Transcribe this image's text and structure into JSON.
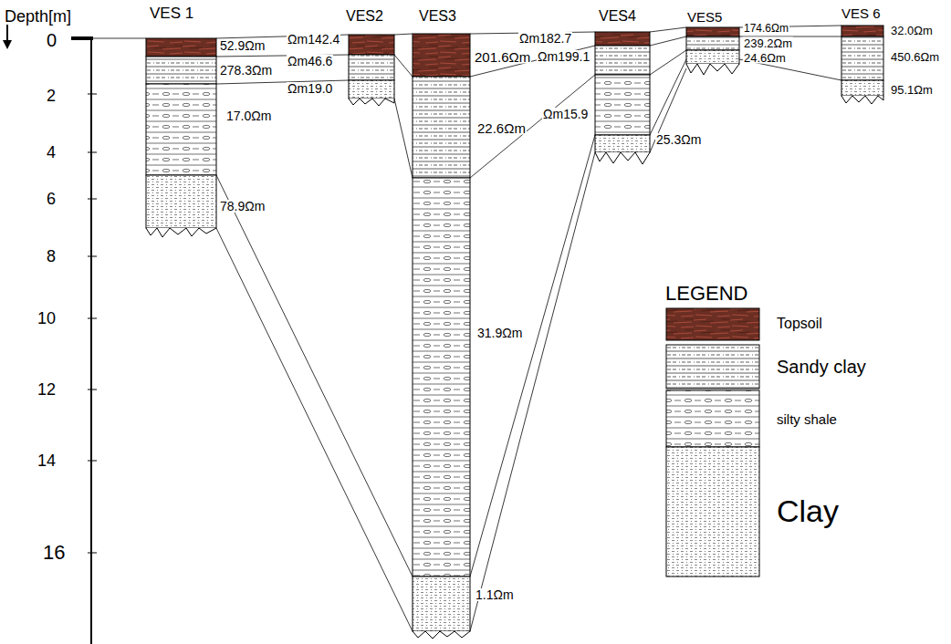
{
  "diagram": {
    "labels": [
      "Depth[m]",
      "0",
      "2",
      "4",
      "6",
      "8",
      "10",
      "12",
      "14",
      "16",
      "VES 1",
      "VES2",
      "VES3",
      "VES4",
      "VES5",
      "VES 6",
      "52.9Ωm",
      "278.3Ωm",
      "17.0Ωm",
      "78.9Ωm",
      "Ωm142.4",
      "Ωm46.6",
      "Ωm19.0",
      "201.6Ωm",
      "Ωm199.1",
      "Ωm182.7",
      "22.6Ωm",
      "Ωm15.9",
      "31.9Ωm",
      "1.1Ωm",
      "25.3Ωm",
      "174.6Ωm",
      "239.2Ωm",
      "24.6Ωm",
      "32.0Ωm",
      "450.6Ωm",
      "95.1Ωm",
      "LEGEND"
    ],
    "legend": [
      {
        "text": "Topsoil"
      },
      {
        "text": "Sandy clay"
      },
      {
        "text": "silty shale"
      },
      {
        "text": "Clay"
      }
    ]
  }
}
